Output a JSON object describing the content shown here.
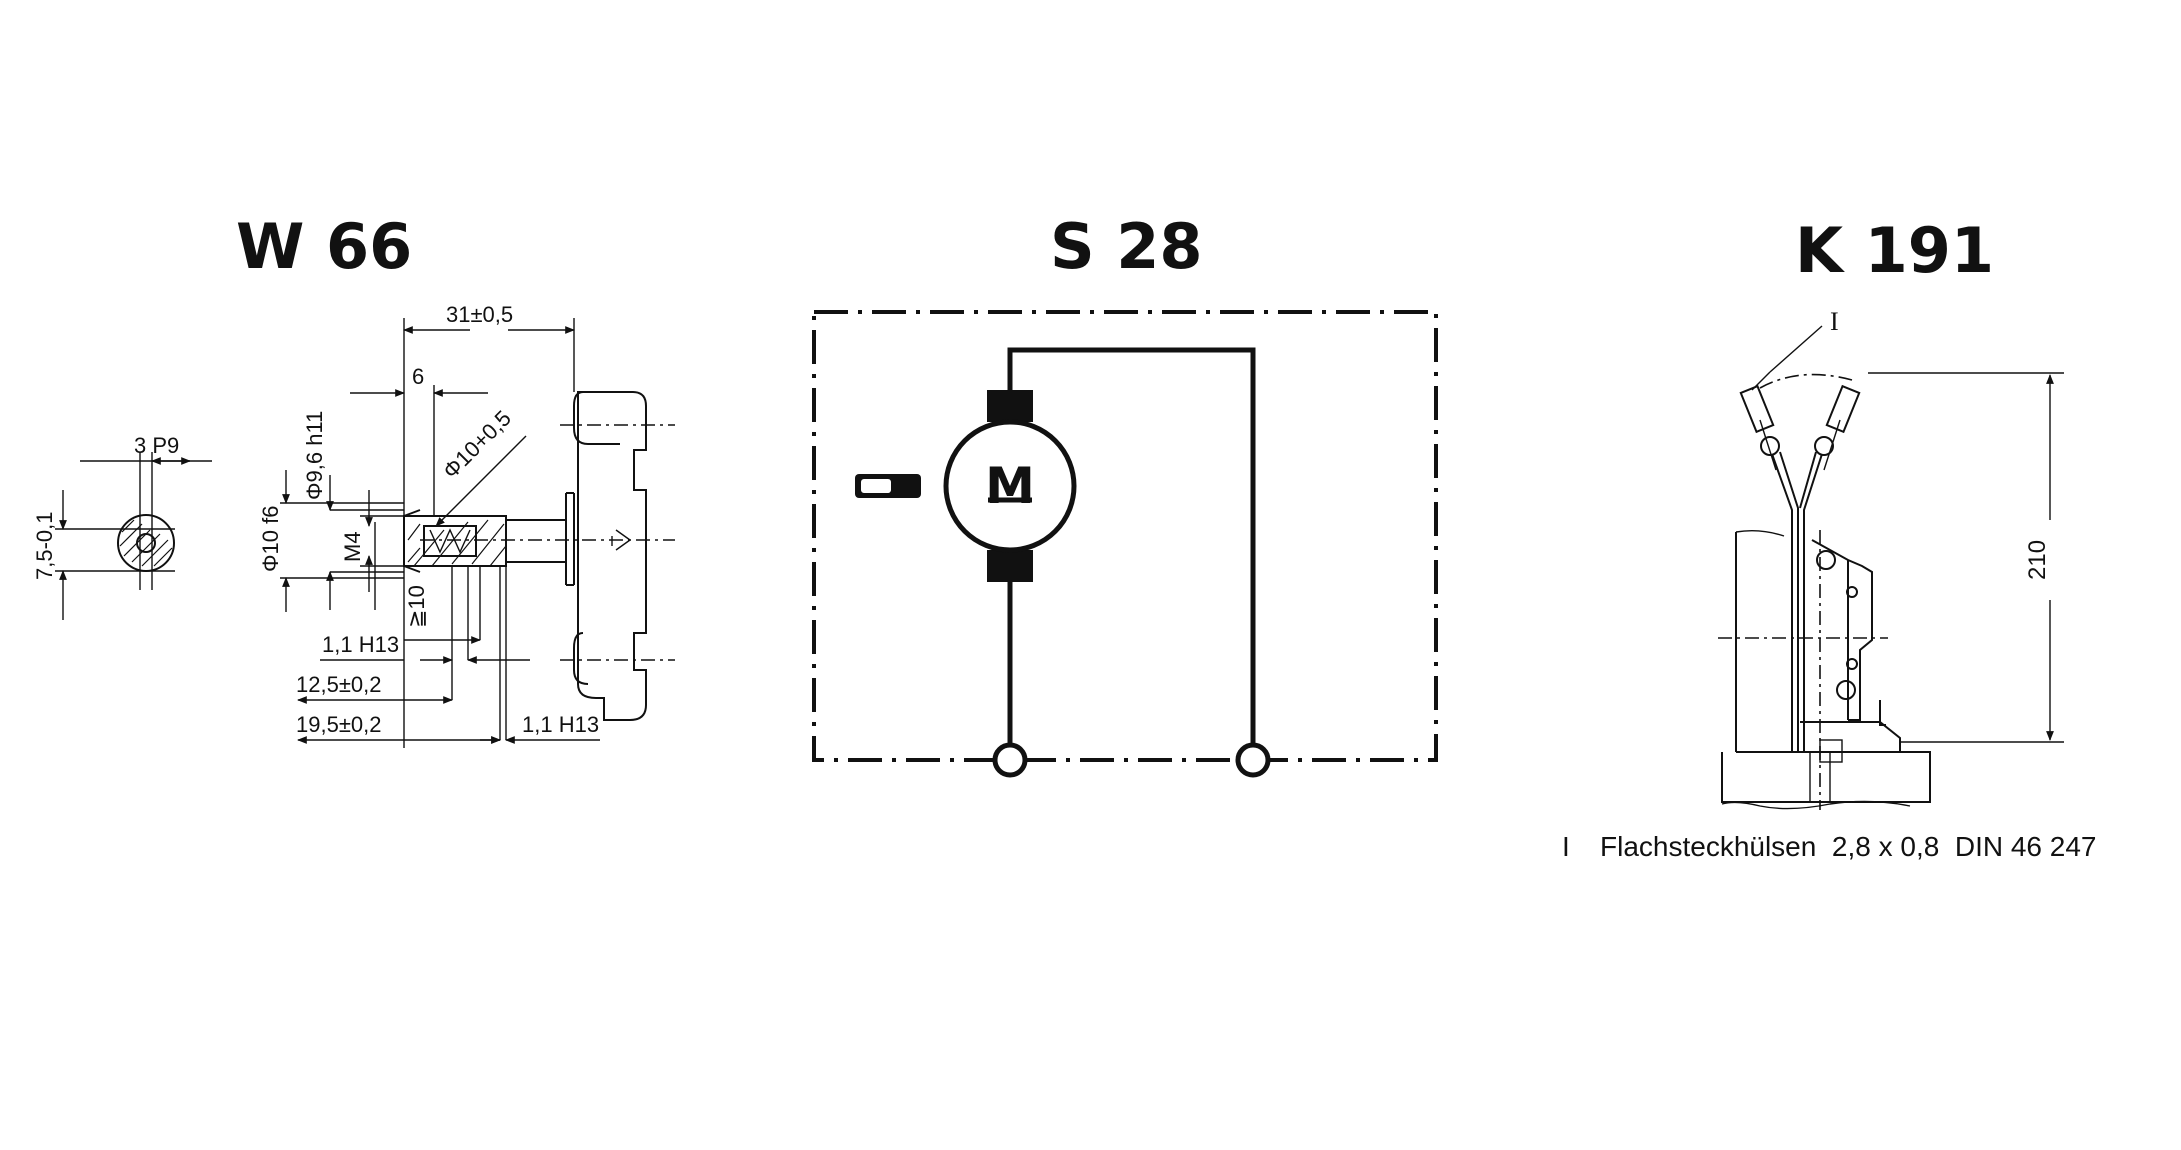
{
  "panels": {
    "w66": {
      "title": "W 66",
      "dims": {
        "keyway": "3 P9",
        "height": "7,5-0,1",
        "length_total": "31±0,5",
        "thread_depth_top": "6",
        "bore_dia": "Φ10+0,5",
        "shaft_h11": "Φ9,6 h11",
        "shaft_f6": "Φ10 f6",
        "thread": "M4",
        "min_thread": "≧10",
        "groove_1": "1,1 H13",
        "len_12": "12,5±0,2",
        "len_19": "19,5±0,2",
        "groove_2": "1,1 H13"
      }
    },
    "s28": {
      "title": "S 28",
      "motor_label": "M"
    },
    "k191": {
      "title": "K 191",
      "callout": "I",
      "height_dim": "210",
      "note": {
        "marker": "I",
        "text": "Flachsteckhülsen  2,8 x 0,8  DIN 46 247"
      }
    }
  }
}
